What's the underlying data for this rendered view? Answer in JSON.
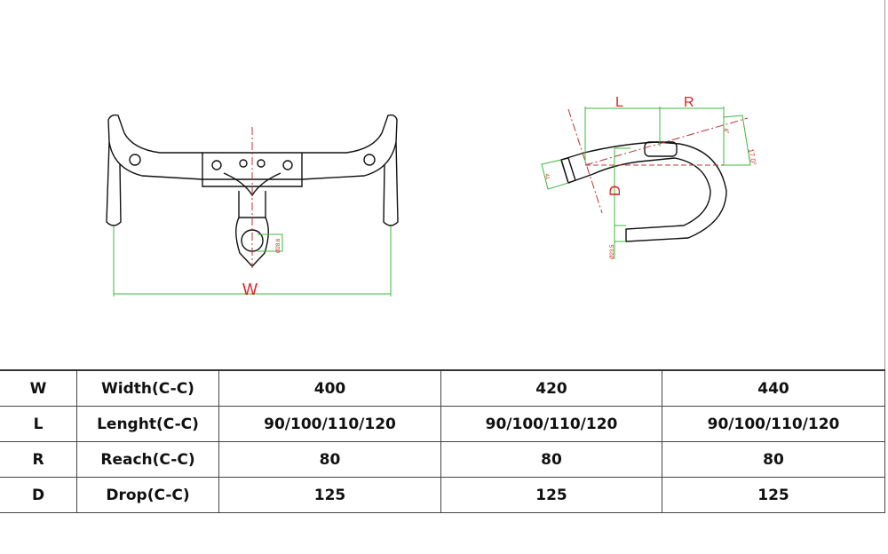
{
  "front_view": {
    "width_label": "W",
    "clamp_diameter": "Ø28.6"
  },
  "side_view": {
    "length_label": "L",
    "reach_label": "R",
    "drop_label": "D",
    "angle_label": "17.0°",
    "rise_label": "4°",
    "steerer_label": "41",
    "drop_diameter": "Ø23.5"
  },
  "colors": {
    "dimension": "#3ab83a",
    "label": "#e02020",
    "outline": "#111111"
  },
  "table": {
    "rows": [
      {
        "code": "W",
        "name": "Width(C-C)",
        "values": [
          "400",
          "420",
          "440"
        ]
      },
      {
        "code": "L",
        "name": "Lenght(C-C)",
        "values": [
          "90/100/110/120",
          "90/100/110/120",
          "90/100/110/120"
        ]
      },
      {
        "code": "R",
        "name": "Reach(C-C)",
        "values": [
          "80",
          "80",
          "80"
        ]
      },
      {
        "code": "D",
        "name": "Drop(C-C)",
        "values": [
          "125",
          "125",
          "125"
        ]
      }
    ]
  }
}
